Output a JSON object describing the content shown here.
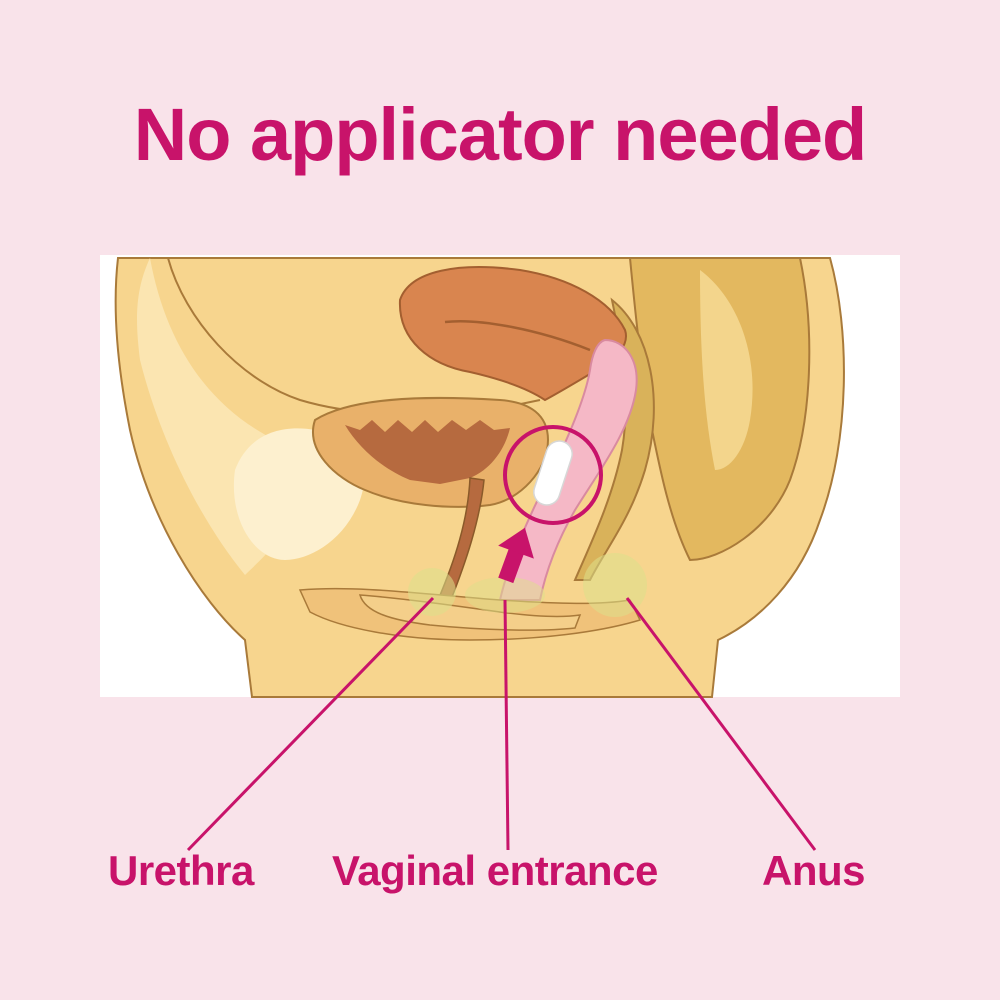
{
  "title": "No applicator needed",
  "labels": {
    "urethra": "Urethra",
    "vaginal_entrance": "Vaginal entrance",
    "anus": "Anus"
  },
  "colors": {
    "background": "#f9e3ea",
    "accent": "#c8136a",
    "panel": "#ffffff",
    "skin": "#f7d58e",
    "skin_light": "#fbe7b5",
    "skin_dark": "#edc06a",
    "organ": "#d9854f",
    "organ_dark": "#b66a3f",
    "pink_tissue": "#f5b8c6",
    "muscle": "#d7b25c",
    "outline": "#9a6a2e",
    "highlight": "#dde08a"
  },
  "icons": {
    "arrow": "arrow-up-icon",
    "tampon": "tampon-icon"
  }
}
